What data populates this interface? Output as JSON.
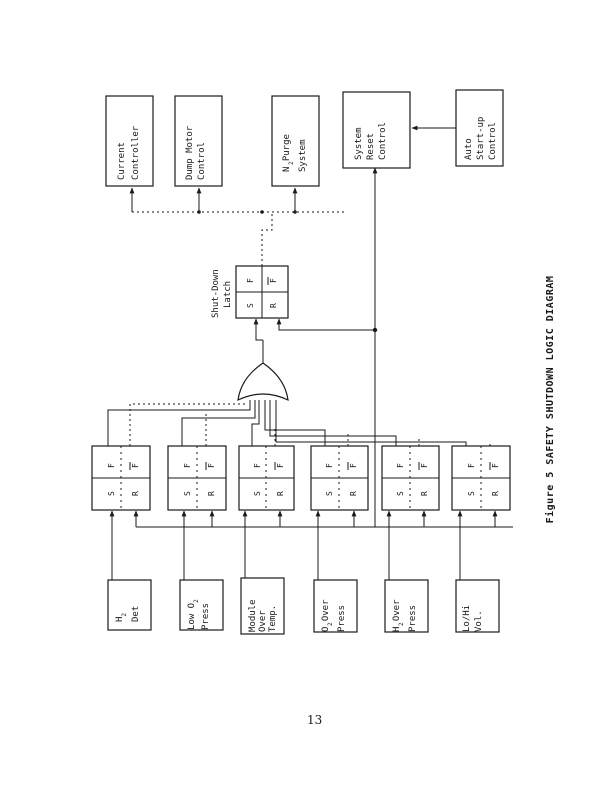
{
  "figure": {
    "caption": "Figure 5   SAFETY SHUTDOWN LOGIC DIAGRAM",
    "page_number": "13"
  },
  "sensor_blocks": [
    {
      "id": "h2-det",
      "line1": "H",
      "sub": "2",
      "line2": "Det"
    },
    {
      "id": "low-o2-press",
      "line1": "Low O",
      "sub": "2",
      "line2": "Press"
    },
    {
      "id": "module-over-temp",
      "line1": "Module",
      "line2": "Over",
      "line3": "Temp."
    },
    {
      "id": "o2-over-press",
      "line1": "O  Over",
      "sub": "2",
      "line2": "Press"
    },
    {
      "id": "h2-over-press",
      "line1": "H  Over",
      "sub": "2",
      "line2": "Press"
    },
    {
      "id": "lo-hi-vol",
      "line1": "Lo/Hi",
      "line2": "Vol."
    }
  ],
  "flip_flop": {
    "set": "S",
    "reset": "R",
    "out": "F",
    "out_bar": "F"
  },
  "latch": {
    "line1": "Shut-Down",
    "line2": "Latch",
    "set": "S",
    "reset": "R",
    "out": "F",
    "out_bar": "F"
  },
  "output_blocks": [
    {
      "id": "current-controller",
      "line1": "Current",
      "line2": "Controller"
    },
    {
      "id": "dump-motor-control",
      "line1": "Dump Motor",
      "line2": "Control"
    },
    {
      "id": "n2-purge-system",
      "line1": "N  Purge",
      "sub": "2",
      "line2": "System"
    },
    {
      "id": "system-reset-control",
      "line1": "System",
      "line2": "Reset",
      "line3": "Control"
    },
    {
      "id": "auto-start-up-control",
      "line1": "Auto",
      "line2": "Start-up",
      "line3": "Control"
    }
  ]
}
